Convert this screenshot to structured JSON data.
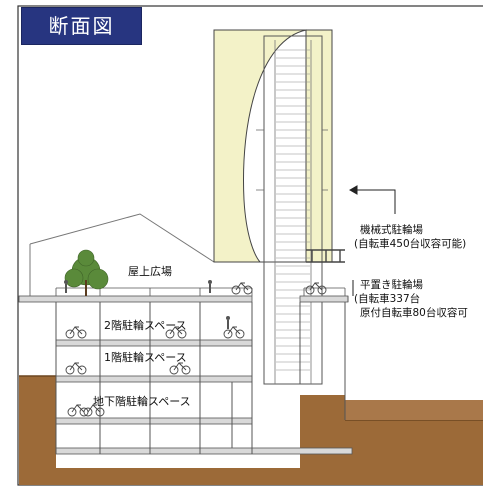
{
  "title": "断面図",
  "labels": {
    "rooftop_plaza": "屋上広場",
    "floor2": "2階駐輪スペース",
    "floor1": "1階駐輪スペース",
    "basement": "地下階駐輪スペース",
    "mechanical_line1": "機械式駐輪場",
    "mechanical_line2": "(自転車450台収容可能)",
    "flat_line1": "平置き駐輪場",
    "flat_line2": "(自転車337台",
    "flat_line3": "原付自転車80台収容可"
  },
  "colors": {
    "title_bg": "#273580",
    "tower_fill": "#f3f2c8",
    "ground": "#9c6a38",
    "structure": "#555555"
  }
}
